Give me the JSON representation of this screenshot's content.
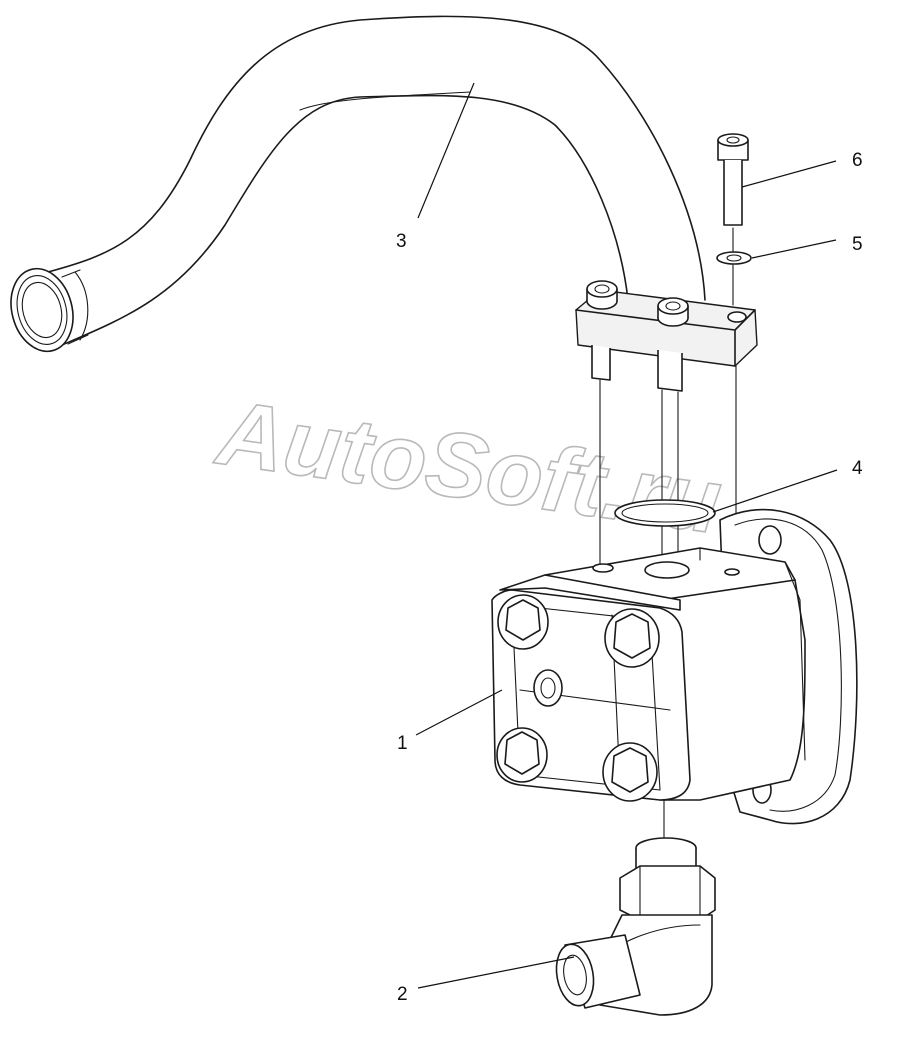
{
  "diagram": {
    "watermark": "AutoSoft.ru",
    "callouts": [
      {
        "id": "1",
        "label": "1"
      },
      {
        "id": "2",
        "label": "2"
      },
      {
        "id": "3",
        "label": "3"
      },
      {
        "id": "4",
        "label": "4"
      },
      {
        "id": "5",
        "label": "5"
      },
      {
        "id": "6",
        "label": "6"
      }
    ]
  }
}
